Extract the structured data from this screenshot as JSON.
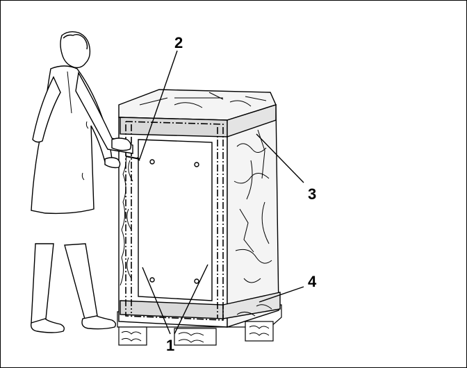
{
  "figure": {
    "callouts": [
      {
        "id": "c2",
        "label": "2"
      },
      {
        "id": "c3",
        "label": "3"
      },
      {
        "id": "c4",
        "label": "4"
      },
      {
        "id": "c1",
        "label": "1"
      }
    ]
  },
  "colors": {
    "line": "#000000",
    "panel": "#ffffff",
    "band": "#d9d9d9",
    "wrap": "#f4f4f4"
  }
}
